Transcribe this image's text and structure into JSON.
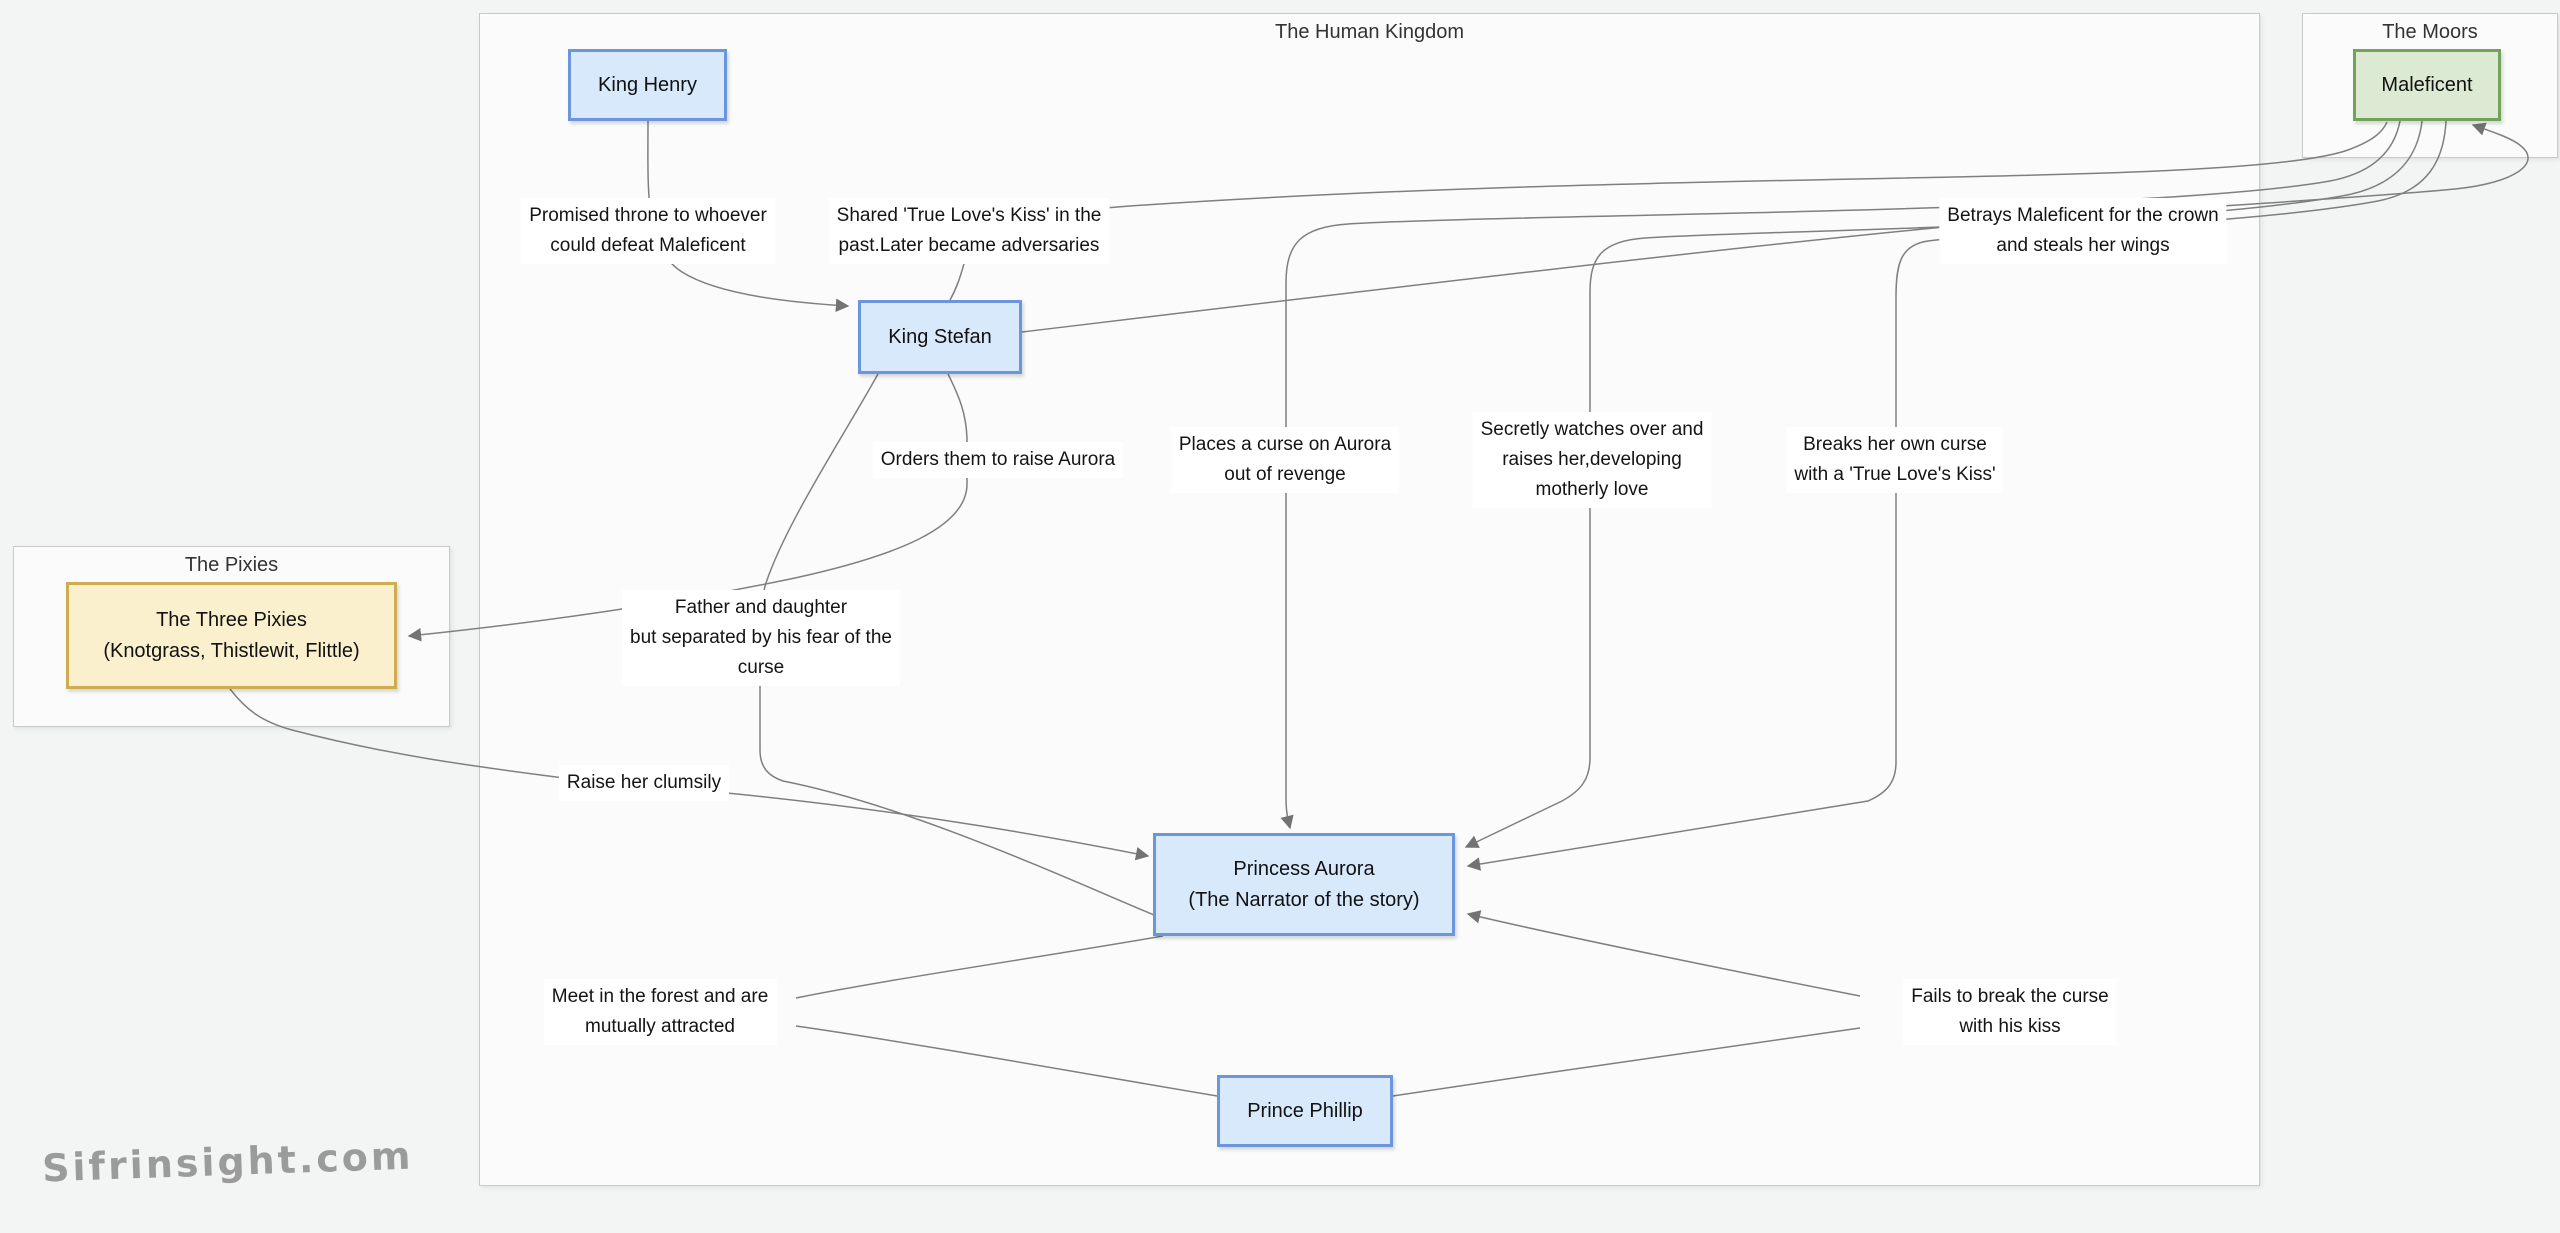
{
  "diagram": {
    "groups": {
      "human_kingdom": {
        "title": "The Human Kingdom"
      },
      "moors": {
        "title": "The Moors"
      },
      "pixies_group": {
        "title": "The Pixies"
      }
    },
    "nodes": {
      "king_henry": {
        "group": "The Human Kingdom",
        "lines": [
          "King Henry"
        ]
      },
      "king_stefan": {
        "group": "The Human Kingdom",
        "lines": [
          "King Stefan"
        ]
      },
      "maleficent": {
        "group": "The Moors",
        "lines": [
          "Maleficent"
        ]
      },
      "three_pixies": {
        "group": "The Pixies",
        "lines": [
          "The Three Pixies",
          "(Knotgrass, Thistlewit, Flittle)"
        ]
      },
      "aurora": {
        "group": "The Human Kingdom",
        "lines": [
          "Princess Aurora",
          "(The Narrator of the story)"
        ]
      },
      "phillip": {
        "group": "The Human Kingdom",
        "lines": [
          "Prince Phillip"
        ]
      }
    },
    "edges": {
      "promised": {
        "from": "King Henry",
        "to": "King Stefan",
        "arrow": "to",
        "lines": [
          "Promised throne to whoever",
          "could defeat Maleficent"
        ]
      },
      "shared": {
        "from": "King Stefan",
        "to": "Maleficent",
        "arrow": "none",
        "lines": [
          "Shared 'True Love's Kiss' in the",
          "past.Later became adversaries"
        ]
      },
      "betrays": {
        "from": "King Stefan",
        "to": "Maleficent",
        "arrow": "to",
        "lines": [
          "Betrays Maleficent for the crown",
          "and steals her wings"
        ]
      },
      "orders": {
        "from": "King Stefan",
        "to": "The Three Pixies",
        "arrow": "to",
        "lines": [
          "Orders them to raise Aurora"
        ]
      },
      "curse": {
        "from": "Maleficent",
        "to": "Princess Aurora",
        "arrow": "to",
        "lines": [
          "Places a curse on Aurora",
          "out of revenge"
        ]
      },
      "watches": {
        "from": "Maleficent",
        "to": "Princess Aurora",
        "arrow": "to",
        "lines": [
          "Secretly watches over and",
          "raises her,developing",
          "motherly love"
        ]
      },
      "breaks": {
        "from": "Maleficent",
        "to": "Princess Aurora",
        "arrow": "to",
        "lines": [
          "Breaks her own curse",
          "with a 'True Love's Kiss'"
        ]
      },
      "father": {
        "from": "King Stefan",
        "to": "Princess Aurora",
        "arrow": "none",
        "lines": [
          "Father and daughter",
          "but separated by his fear of the",
          "curse"
        ]
      },
      "raise": {
        "from": "The Three Pixies",
        "to": "Princess Aurora",
        "arrow": "to",
        "lines": [
          "Raise her clumsily"
        ]
      },
      "meet": {
        "from": "Prince Phillip",
        "to": "Princess Aurora",
        "arrow": "none",
        "lines": [
          "Meet in the forest and are",
          "mutually attracted"
        ]
      },
      "fails": {
        "from": "Prince Phillip",
        "to": "Princess Aurora",
        "arrow": "to",
        "lines": [
          "Fails to break the curse",
          "with his kiss"
        ]
      }
    },
    "colors": {
      "node_blue_fill": "#d8e9fc",
      "node_blue_border": "#6b96dd",
      "node_green_fill": "#dcead3",
      "node_green_border": "#73a35b",
      "node_yellow_fill": "#fbf0cd",
      "node_yellow_border": "#d0ac50",
      "edge_stroke": "#7f7f7f",
      "label_background": "#ffffff",
      "group_background": "#fafbfa"
    },
    "watermark": "Sifrinsight.com"
  }
}
